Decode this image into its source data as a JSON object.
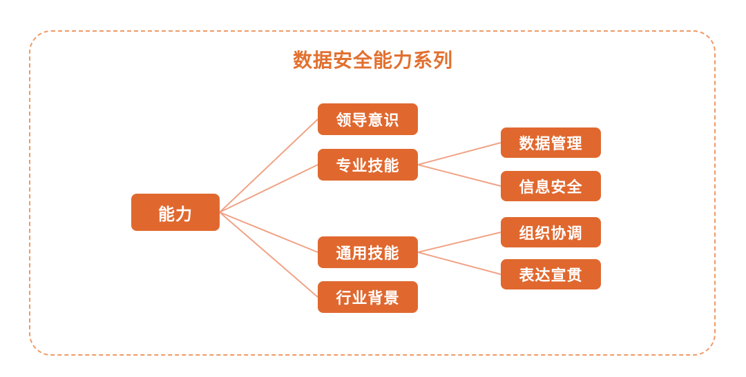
{
  "title": "数据安全能力系列",
  "colors": {
    "node_background": "#E0682F",
    "connector_line": "#F0A285",
    "dashed_border": "#ED9A66",
    "title_text": "#E2702F"
  },
  "tree": {
    "root": {
      "label": "能力"
    },
    "branches": [
      {
        "label": "领导意识",
        "children": []
      },
      {
        "label": "专业技能",
        "children": [
          {
            "label": "数据管理"
          },
          {
            "label": "信息安全"
          }
        ]
      },
      {
        "label": "通用技能",
        "children": [
          {
            "label": "组织协调"
          },
          {
            "label": "表达宣贯"
          }
        ]
      },
      {
        "label": "行业背景",
        "children": []
      }
    ]
  }
}
